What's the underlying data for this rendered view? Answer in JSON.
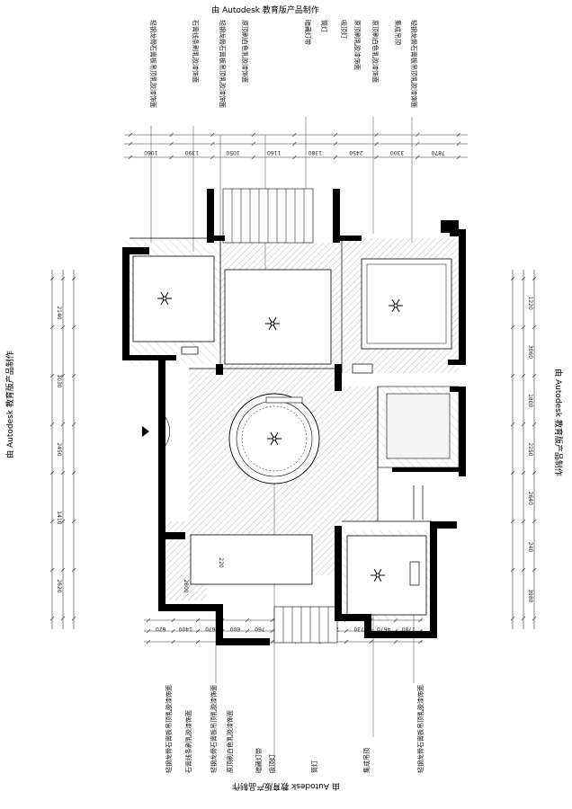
{
  "watermarks": {
    "top": "由 Autodesk 教育版产品制作",
    "bottom": "由 Autodesk 教育版产品制作",
    "left": "由 Autodesk 教育版产品制作",
    "right": "由 Autodesk 教育版产品制作"
  },
  "top_notes": [
    "轻钢龙骨石膏板吊顶乳胶漆饰面",
    "石膏线条刷乳胶漆饰面",
    "轻钢龙骨石膏板吊顶乳胶漆饰面",
    "原顶刷白色乳胶漆饰面",
    "暗藏灯带",
    "筒灯",
    "吸顶灯",
    "原顶刷乳胶漆饰面",
    "原顶刷白色乳胶漆饰面",
    "集成吊顶",
    "轻钢龙骨石膏板吊顶乳胶漆饰面"
  ],
  "bottom_notes": [
    "轻钢龙骨石膏板吊顶乳胶漆饰面",
    "石膏线条刷乳胶漆饰面",
    "轻钢龙骨石膏板吊顶乳胶漆饰面",
    "原顶刷白色乳胶漆饰面",
    "暗藏灯带",
    "吸顶灯",
    "筒灯",
    "集成吊顶",
    "轻钢龙骨石膏板吊顶乳胶漆饰面"
  ],
  "top_dims": [
    "1060",
    "1390",
    "1050",
    "1160",
    "1380",
    "2450",
    "3300",
    "7870"
  ],
  "bottom_dims": [
    "620",
    "1400",
    "670",
    "600",
    "760",
    "570",
    "1000",
    "760",
    "730",
    "4670",
    "1780"
  ],
  "left_dims": [
    "2140",
    "1030",
    "2450",
    "1410",
    "2620"
  ],
  "right_dims": [
    "1220",
    "3060",
    "1800",
    "2250",
    "2640",
    "240",
    "3980"
  ],
  "room_dims": [
    "220",
    "2800"
  ],
  "colors": {
    "ink": "#000000",
    "hatch": "#8a8a8a",
    "paper": "#ffffff"
  }
}
